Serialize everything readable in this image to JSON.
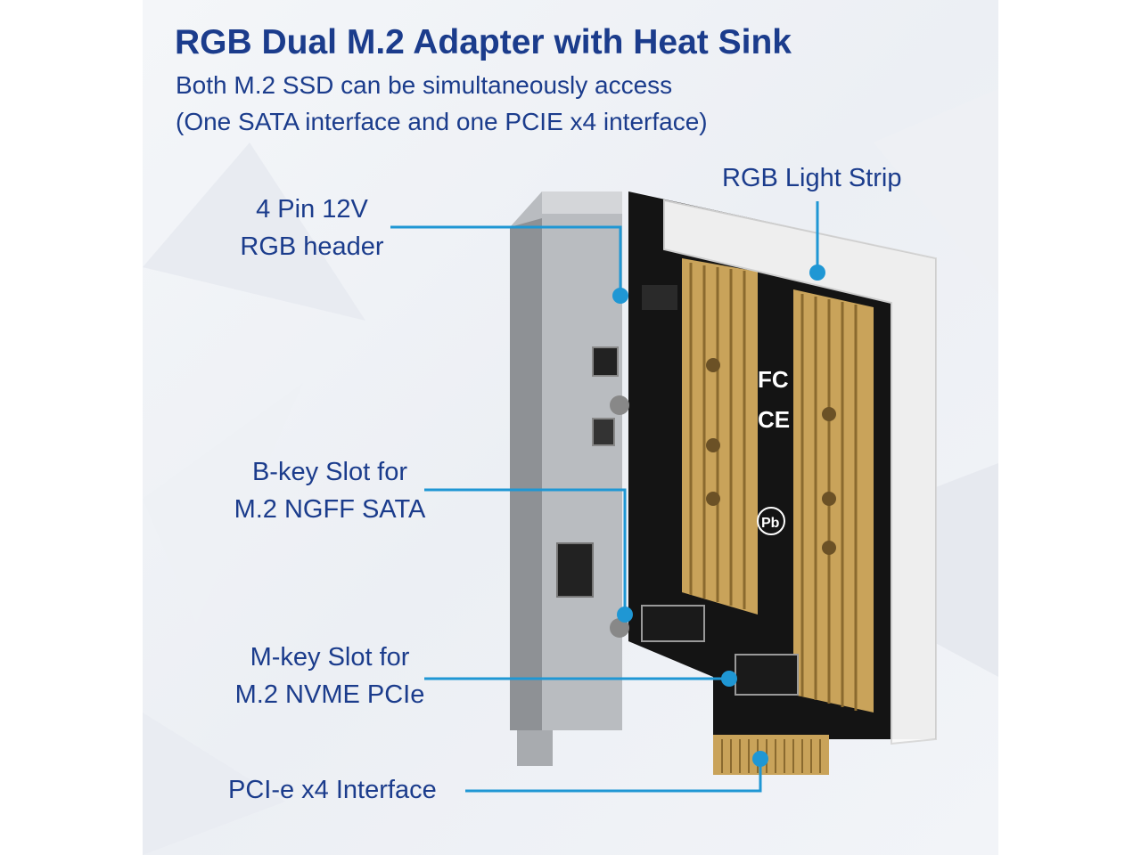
{
  "header": {
    "title": "RGB Dual M.2 Adapter with Heat Sink",
    "subtitle_line1": "Both M.2 SSD can be simultaneously access",
    "subtitle_line2": "(One SATA interface and one PCIE x4 interface)"
  },
  "callouts": {
    "rgb_strip": "RGB Light Strip",
    "rgb_header_line1": "4 Pin 12V",
    "rgb_header_line2": "RGB header",
    "bkey_line1": "B-key Slot for",
    "bkey_line2": "M.2 NGFF SATA",
    "mkey_line1": "M-key Slot for",
    "mkey_line2": "M.2 NVME PCIe",
    "pcie": "PCI-e x4 Interface"
  },
  "board_marks": {
    "fc": "FC",
    "ce": "CE",
    "pb": "Pb"
  },
  "colors": {
    "title": "#1b3c8c",
    "accent": "#1f97d4",
    "heatsink": "#c9a35a",
    "pcb": "#111111"
  }
}
